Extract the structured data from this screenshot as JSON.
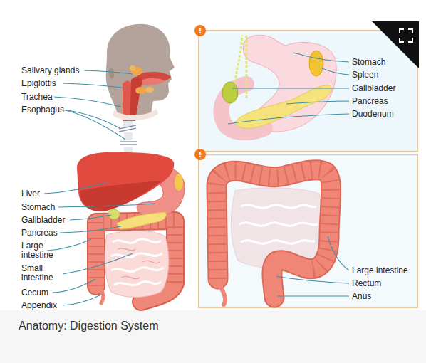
{
  "diagram": {
    "caption": "Anatomy: Digestion System",
    "nodes": [
      {
        "text": [
          "!"
        ]
      },
      {
        "text": [
          "!"
        ]
      }
    ],
    "labels": [
      "Salivary glands",
      "Epiglottis",
      "Trachea",
      "Esophagus",
      "Liver",
      "Stomach",
      "Gallbladder",
      "Pancreas",
      "Large intestine",
      "Small intestine",
      "Cecum",
      "Appendix",
      "Stomach",
      "Spleen",
      "Gallbladder",
      "Pancreas",
      "Duodenum",
      "Large intestine",
      "Rectum",
      "Anus"
    ]
  }
}
